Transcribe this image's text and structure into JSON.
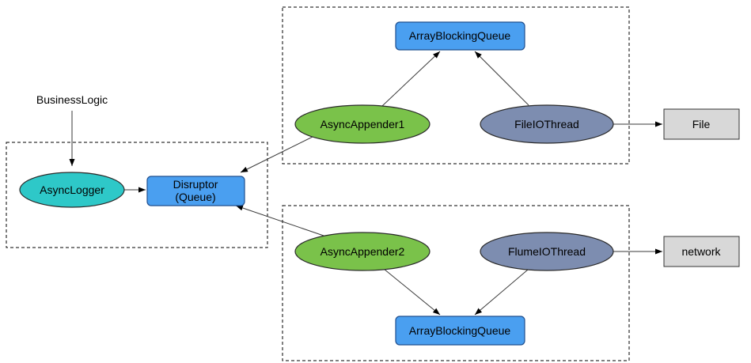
{
  "colors": {
    "queue_fill": "#4a9ff0",
    "appender_fill": "#7ac24a",
    "thread_fill": "#7d8db0",
    "logger_fill": "#2ec8c8",
    "sink_fill": "#d8d8d8"
  },
  "labels": {
    "business_logic": "BusinessLogic",
    "async_logger": "AsyncLogger",
    "disruptor_line1": "Disruptor",
    "disruptor_line2": "(Queue)",
    "queue_top": "ArrayBlockingQueue",
    "queue_bottom": "ArrayBlockingQueue",
    "appender1": "AsyncAppender1",
    "appender2": "AsyncAppender2",
    "file_thread": "FileIOThread",
    "flume_thread": "FlumeIOThread",
    "file_sink": "File",
    "network_sink": "network"
  }
}
